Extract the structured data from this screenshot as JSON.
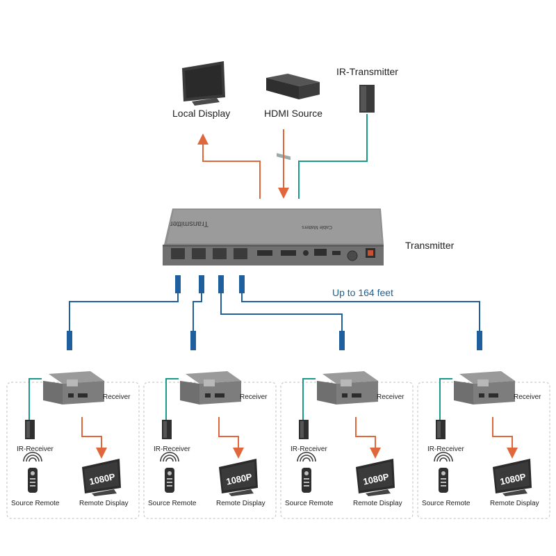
{
  "top": {
    "local_display": "Local Display",
    "hdmi_source": "HDMI Source",
    "ir_transmitter": "IR-Transmitter"
  },
  "transmitter": {
    "label": "Transmitter",
    "device_text": "Transmitter",
    "brand": "Cable Matters"
  },
  "distance_label": "Up to 164 feet",
  "units": [
    {
      "receiver": "Receiver",
      "ir_receiver": "IR-Receiver",
      "source_remote": "Source Remote",
      "remote_display": "Remote Display",
      "resolution": "1080P"
    },
    {
      "receiver": "Receiver",
      "ir_receiver": "IR-Receiver",
      "source_remote": "Source Remote",
      "remote_display": "Remote Display",
      "resolution": "1080P"
    },
    {
      "receiver": "Receiver",
      "ir_receiver": "IR-Receiver",
      "source_remote": "Source Remote",
      "remote_display": "Remote Display",
      "resolution": "1080P"
    },
    {
      "receiver": "Receiver",
      "ir_receiver": "IR-Receiver",
      "source_remote": "Source Remote",
      "remote_display": "Remote Display",
      "resolution": "1080P"
    }
  ],
  "colors": {
    "hdmi_line": "#e0673c",
    "ir_line": "#1a9a8a",
    "cat_line": "#1f5f9e",
    "device": "#6f6f6f"
  }
}
